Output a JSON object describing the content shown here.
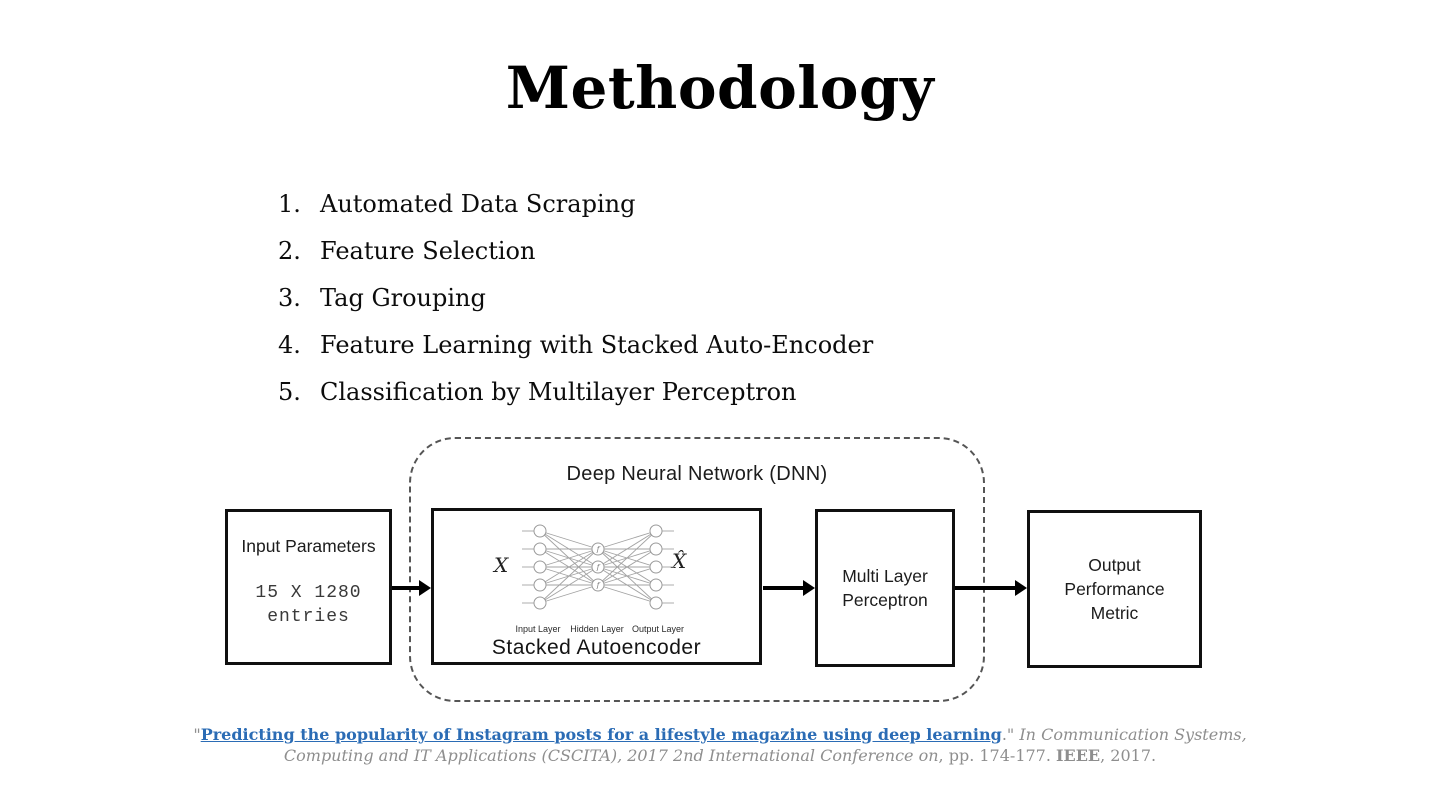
{
  "slide": {
    "title": "Methodology"
  },
  "method_list": {
    "items": [
      {
        "number": "1.",
        "label": "Automated Data Scraping"
      },
      {
        "number": "2.",
        "label": "Feature Selection"
      },
      {
        "number": "3.",
        "label": "Tag Grouping"
      },
      {
        "number": "4.",
        "label": "Feature Learning with Stacked Auto-Encoder"
      },
      {
        "number": "5.",
        "label": "Classification by Multilayer Perceptron"
      }
    ]
  },
  "diagram": {
    "dnn_group": {
      "label": "Deep Neural Network (DNN)"
    },
    "input_box": {
      "title": "Input Parameters",
      "line1": "15 X 1280",
      "line2": "entries"
    },
    "autoencoder_box": {
      "x_label": "X",
      "x_hat_label": "X̂",
      "hidden_node_label": "f",
      "layer_labels": [
        "Input Layer",
        "Hidden Layer",
        "Output Layer"
      ],
      "caption": "Stacked Autoencoder"
    },
    "mlp_box": {
      "line1": "Multi Layer",
      "line2": "Perceptron"
    },
    "output_box": {
      "line1": "Output",
      "line2": "Performance",
      "line3": "Metric"
    }
  },
  "citation": {
    "quote_open": "\"",
    "link_text": "Predicting the popularity of Instagram posts for a lifestyle magazine using deep learning",
    "after_link": ".\" ",
    "italic_1": "In Communication Systems,",
    "italic_2": "Computing and IT Applications (CSCITA), 2017 2nd International Conference on",
    "pages": ", pp. 174-177. ",
    "publisher": "IEEE",
    "year": ", 2017.",
    "link_color": "#2b6cb5",
    "text_color": "#8e8e8e"
  }
}
